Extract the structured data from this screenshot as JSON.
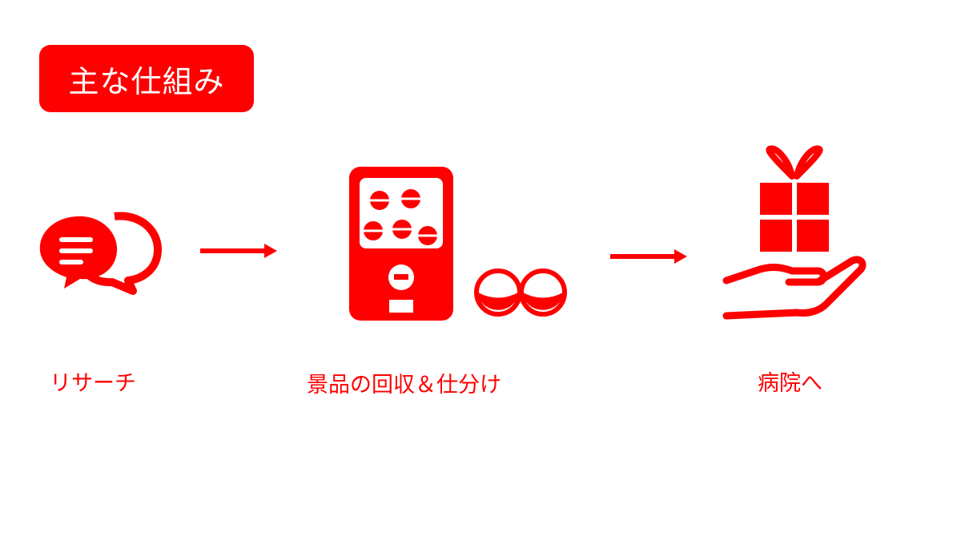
{
  "header": {
    "title": "主な仕組み"
  },
  "steps": [
    {
      "label": "リサーチ",
      "icon": "chat-bubbles-icon"
    },
    {
      "label": "景品の回収＆仕分け",
      "icon": "gacha-machine-icon"
    },
    {
      "label": "病院へ",
      "icon": "gift-in-hand-icon"
    }
  ],
  "colors": {
    "accent": "#ff0000",
    "background": "#ffffff",
    "badge_text": "#ffffff"
  }
}
